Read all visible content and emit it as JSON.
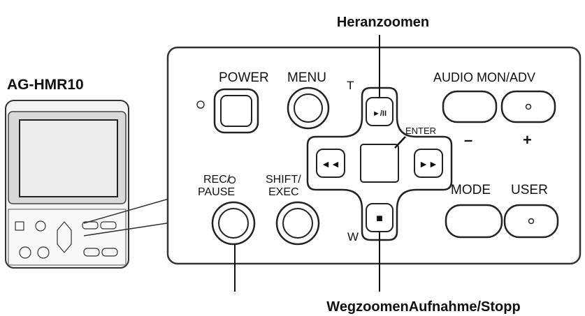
{
  "device": {
    "model": "AG-HMR10"
  },
  "panel": {
    "power": "POWER",
    "menu": "MENU",
    "audio_mon_adv": "AUDIO MON/ADV",
    "minus": "–",
    "plus": "+",
    "t": "T",
    "w": "W",
    "enter": "ENTER",
    "play_pause": "►/II",
    "rewind": "◄◄",
    "fast_forward": "►►",
    "stop": "■",
    "rec": "REC/",
    "pause": "PAUSE",
    "shift": "SHIFT/",
    "exec": "EXEC",
    "mode": "MODE",
    "user": "USER"
  },
  "callouts": {
    "zoom_in": "Heranzoomen",
    "zoom_out_rec_stop": "WegzoomenAufnahme/Stopp"
  }
}
